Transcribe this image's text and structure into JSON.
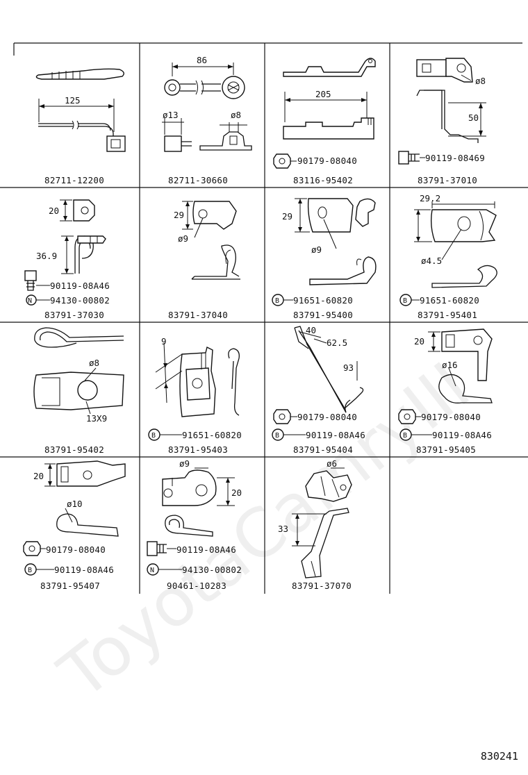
{
  "watermark": "ToyotaCamryIII",
  "diagram_number": "830241",
  "cells": [
    {
      "part_number": "82711-12200",
      "dims": [
        "125"
      ],
      "callouts": []
    },
    {
      "part_number": "82711-30660",
      "dims": [
        "86",
        "ø13",
        "ø8"
      ],
      "callouts": []
    },
    {
      "part_number": "83116-95402",
      "dims": [
        "205"
      ],
      "callouts": [
        {
          "badge": "",
          "code": "90179-08040"
        }
      ]
    },
    {
      "part_number": "83791-37010",
      "dims": [
        "ø8",
        "50"
      ],
      "callouts": [
        {
          "badge": "",
          "code": "90119-08469"
        }
      ]
    },
    {
      "part_number": "83791-37030",
      "dims": [
        "20",
        "36.9"
      ],
      "callouts": [
        {
          "badge": "",
          "code": "90119-08A46"
        },
        {
          "badge": "N",
          "code": "94130-00802"
        }
      ]
    },
    {
      "part_number": "83791-37040",
      "dims": [
        "29",
        "ø9"
      ],
      "callouts": []
    },
    {
      "part_number": "83791-95400",
      "dims": [
        "29",
        "ø9"
      ],
      "callouts": [
        {
          "badge": "B",
          "code": "91651-60820"
        }
      ]
    },
    {
      "part_number": "83791-95401",
      "dims": [
        "29.2",
        "ø4.5"
      ],
      "callouts": [
        {
          "badge": "B",
          "code": "91651-60820"
        }
      ]
    },
    {
      "part_number": "83791-95402",
      "dims": [
        "ø8",
        "13X9"
      ],
      "callouts": []
    },
    {
      "part_number": "83791-95403",
      "dims": [
        "9"
      ],
      "callouts": [
        {
          "badge": "B",
          "code": "91651-60820"
        }
      ]
    },
    {
      "part_number": "83791-95404",
      "dims": [
        "40",
        "62.5",
        "93"
      ],
      "callouts": [
        {
          "badge": "",
          "code": "90179-08040"
        },
        {
          "badge": "B",
          "code": "90119-08A46"
        }
      ]
    },
    {
      "part_number": "83791-95405",
      "dims": [
        "20",
        "ø16"
      ],
      "callouts": [
        {
          "badge": "",
          "code": "90179-08040"
        },
        {
          "badge": "B",
          "code": "90119-08A46"
        }
      ]
    },
    {
      "part_number": "83791-95407",
      "dims": [
        "20",
        "ø10"
      ],
      "callouts": [
        {
          "badge": "",
          "code": "90179-08040"
        },
        {
          "badge": "B",
          "code": "90119-08A46"
        }
      ]
    },
    {
      "part_number": "90461-10283",
      "dims": [
        "ø9",
        "20"
      ],
      "callouts": [
        {
          "badge": "",
          "code": "90119-08A46"
        },
        {
          "badge": "N",
          "code": "94130-00802"
        }
      ]
    },
    {
      "part_number": "83791-37070",
      "dims": [
        "ø6",
        "33"
      ],
      "callouts": []
    }
  ]
}
